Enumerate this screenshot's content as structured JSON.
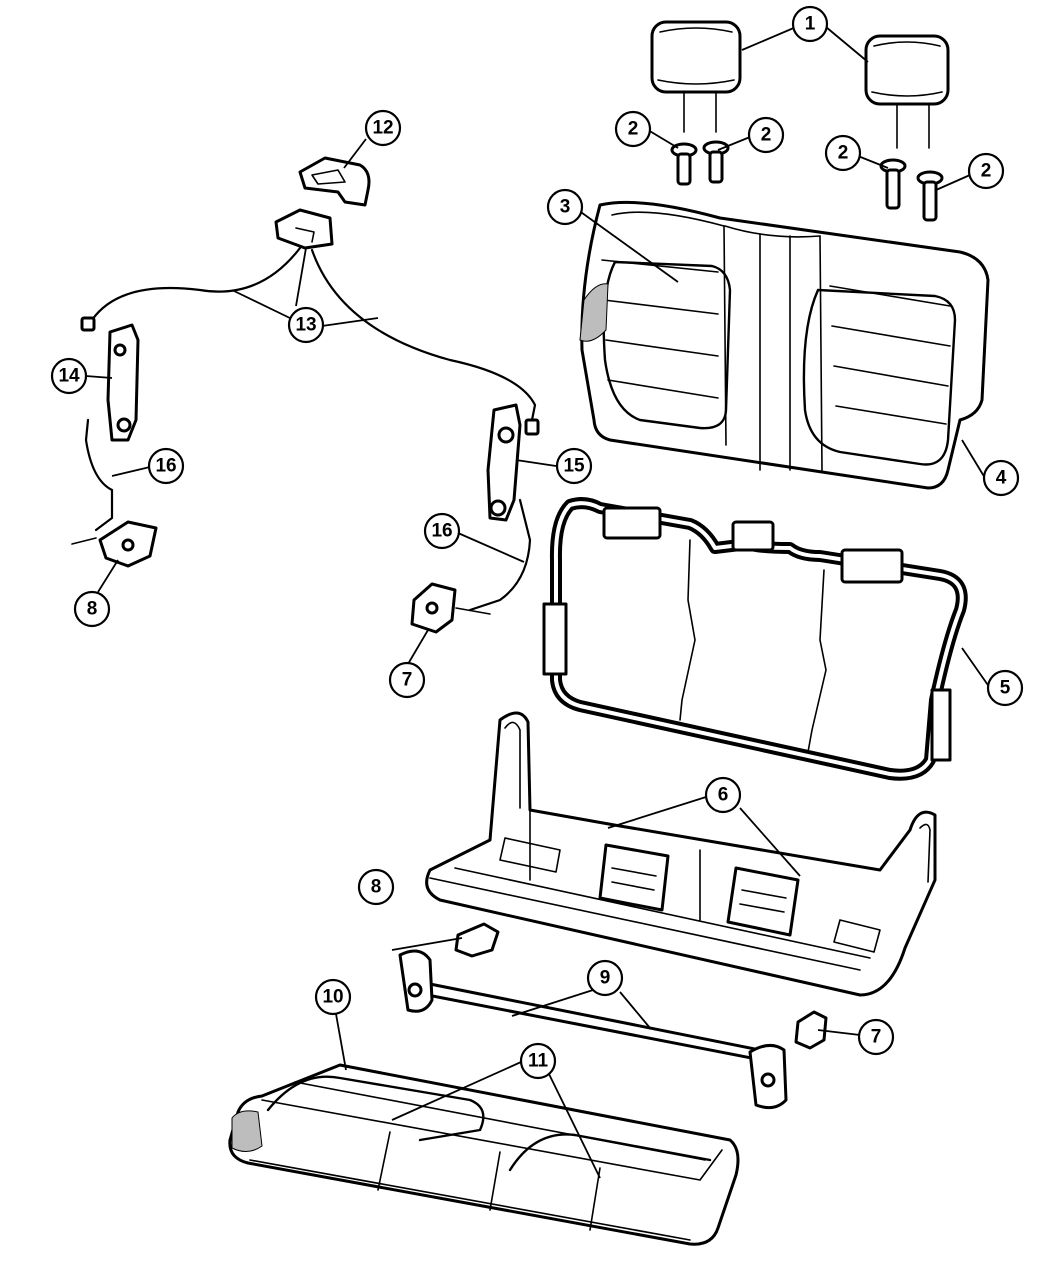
{
  "diagram": {
    "callouts": [
      {
        "id": "c1",
        "label": "1"
      },
      {
        "id": "c2a",
        "label": "2"
      },
      {
        "id": "c2b",
        "label": "2"
      },
      {
        "id": "c2c",
        "label": "2"
      },
      {
        "id": "c2d",
        "label": "2"
      },
      {
        "id": "c3",
        "label": "3"
      },
      {
        "id": "c4",
        "label": "4"
      },
      {
        "id": "c5",
        "label": "5"
      },
      {
        "id": "c6",
        "label": "6"
      },
      {
        "id": "c7a",
        "label": "7"
      },
      {
        "id": "c7b",
        "label": "7"
      },
      {
        "id": "c8a",
        "label": "8"
      },
      {
        "id": "c8b",
        "label": "8"
      },
      {
        "id": "c9",
        "label": "9"
      },
      {
        "id": "c10",
        "label": "10"
      },
      {
        "id": "c11",
        "label": "11"
      },
      {
        "id": "c12",
        "label": "12"
      },
      {
        "id": "c13",
        "label": "13"
      },
      {
        "id": "c14",
        "label": "14"
      },
      {
        "id": "c15",
        "label": "15"
      },
      {
        "id": "c16a",
        "label": "16"
      },
      {
        "id": "c16b",
        "label": "16"
      }
    ]
  }
}
